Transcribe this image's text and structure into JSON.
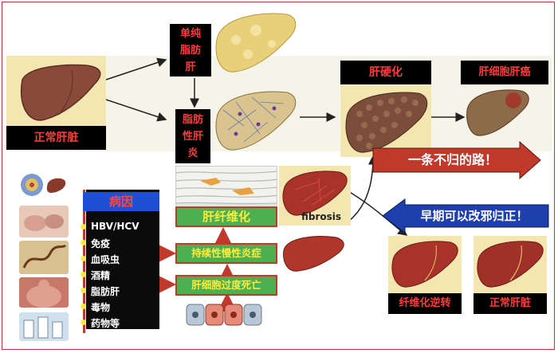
{
  "stages": {
    "normal_liver": "正常肝脏",
    "simple_fatty_liver": [
      "单纯",
      "脂肪",
      "肝"
    ],
    "fatty_hepatitis": [
      "脂肪",
      "性肝",
      "炎"
    ],
    "cirrhosis": "肝硬化",
    "hcc": "肝细胞肝癌"
  },
  "arrows": {
    "no_return": "一条不归的路！",
    "early_reversal": "早期可以改邪归正！"
  },
  "fibrosis": {
    "label": "肝纤维化",
    "image_label": "fibrosis"
  },
  "processes": {
    "chronic_inflammation": "持续性慢性炎症",
    "cell_death": "肝细胞过度死亡"
  },
  "causes": {
    "title": "病因",
    "items": [
      "HBV/HCV",
      "免疫",
      "血吸虫",
      "酒精",
      "脂肪肝",
      "毒物",
      "药物等"
    ]
  },
  "outcomes": {
    "reversal": "纤维化逆转",
    "normal": "正常肝脏"
  },
  "colors": {
    "label_text_red": "#ff3b3b",
    "green_box": "#4caf50",
    "green_text": "#ffeb3b",
    "arrow_red": "#c0392b",
    "arrow_blue": "#1e3fae"
  }
}
